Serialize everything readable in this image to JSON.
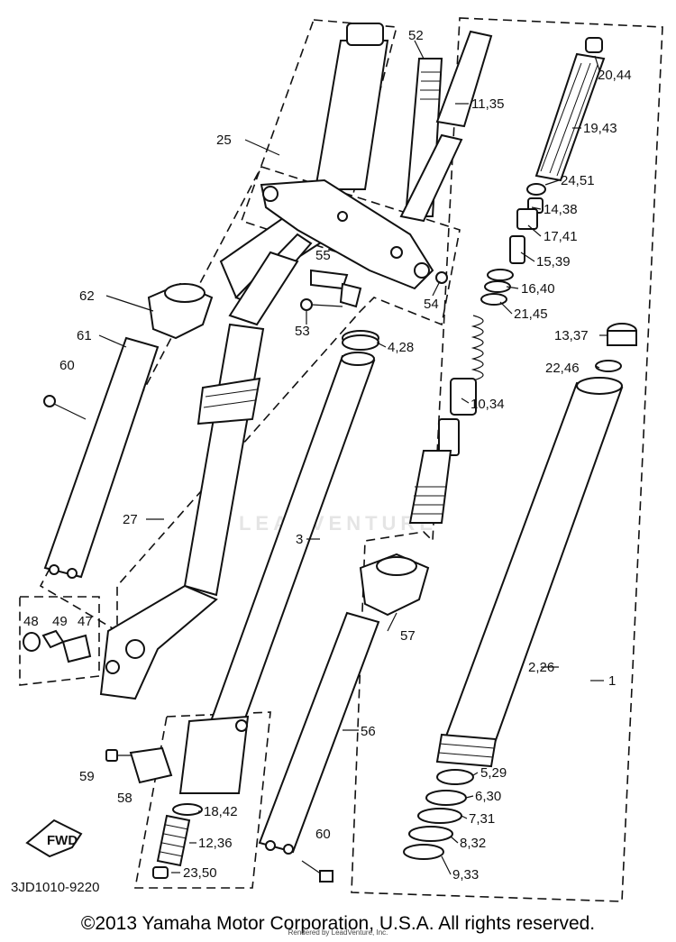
{
  "diagram": {
    "callouts": [
      "52",
      "11,35",
      "20,44",
      "19,43",
      "25",
      "24,51",
      "14,38",
      "17,41",
      "15,39",
      "55",
      "16,40",
      "21,45",
      "54",
      "62",
      "53",
      "4,28",
      "13,37",
      "61",
      "22,46",
      "60",
      "10,34",
      "27",
      "3",
      "48",
      "49",
      "47",
      "57",
      "2,26",
      "1",
      "56",
      "59",
      "5,29",
      "58",
      "18,42",
      "6,30",
      "7,31",
      "8,32",
      "12,36",
      "60",
      "23,50",
      "9,33"
    ],
    "arrow_label": "FWD",
    "drawing_number": "3JD1010-9220"
  },
  "watermark": "LEADVENTURE",
  "footer": {
    "copyright": "©2013 Yamaha Motor Corporation, U.S.A. All rights reserved.",
    "rendered_by": "Rendered by LeadVenture, Inc."
  }
}
